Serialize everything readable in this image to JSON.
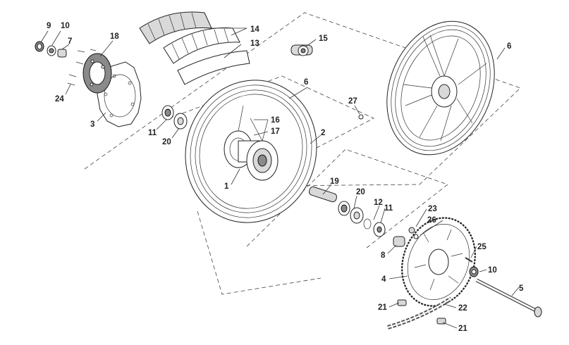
{
  "callouts": {
    "c1": "1",
    "c2": "2",
    "c3": "3",
    "c4": "4",
    "c5": "5",
    "c6a": "6",
    "c6b": "6",
    "c7": "7",
    "c8": "8",
    "c9": "9",
    "c10a": "10",
    "c10b": "10",
    "c11a": "11",
    "c11b": "11",
    "c12": "12",
    "c13": "13",
    "c14": "14",
    "c15": "15",
    "c16": "16",
    "c17": "17",
    "c18": "18",
    "c19": "19",
    "c20a": "20",
    "c20b": "20",
    "c21a": "21",
    "c21b": "21",
    "c22": "22",
    "c23": "23",
    "c24": "24",
    "c25": "25",
    "c26": "26",
    "c27": "27"
  }
}
